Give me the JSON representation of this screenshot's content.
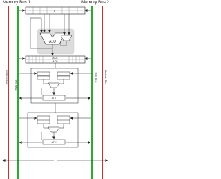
{
  "bus_left": {
    "title": "Memory Bus 1",
    "address_label": "Address Bus",
    "data_label": "Data Bus",
    "address_color": "#d92b2b",
    "data_color": "#2ea82e"
  },
  "bus_right": {
    "title": "Memory Bus 2",
    "address_label": "Address Bus",
    "data_label": "Data Bus",
    "address_color": "#d92b2b",
    "data_color": "#2ea82e"
  },
  "top_register": {
    "cells": [
      "",
      "B",
      ""
    ]
  },
  "alu": {
    "label": "ALU"
  },
  "result_register": {
    "rows": [
      "ACC",
      "ACB"
    ]
  },
  "stage1": {
    "left_regs": [
      "",
      ""
    ],
    "right_regs": [
      "",
      ""
    ],
    "output_label": "ATK"
  },
  "stage2": {
    "left_regs": [
      "",
      ""
    ],
    "right_regs": [
      "",
      ""
    ],
    "output_label": "ATH"
  },
  "colors": {
    "alu_panel": "#dcdcdc",
    "wire": "#222222",
    "box_fill": "#ffffff"
  }
}
